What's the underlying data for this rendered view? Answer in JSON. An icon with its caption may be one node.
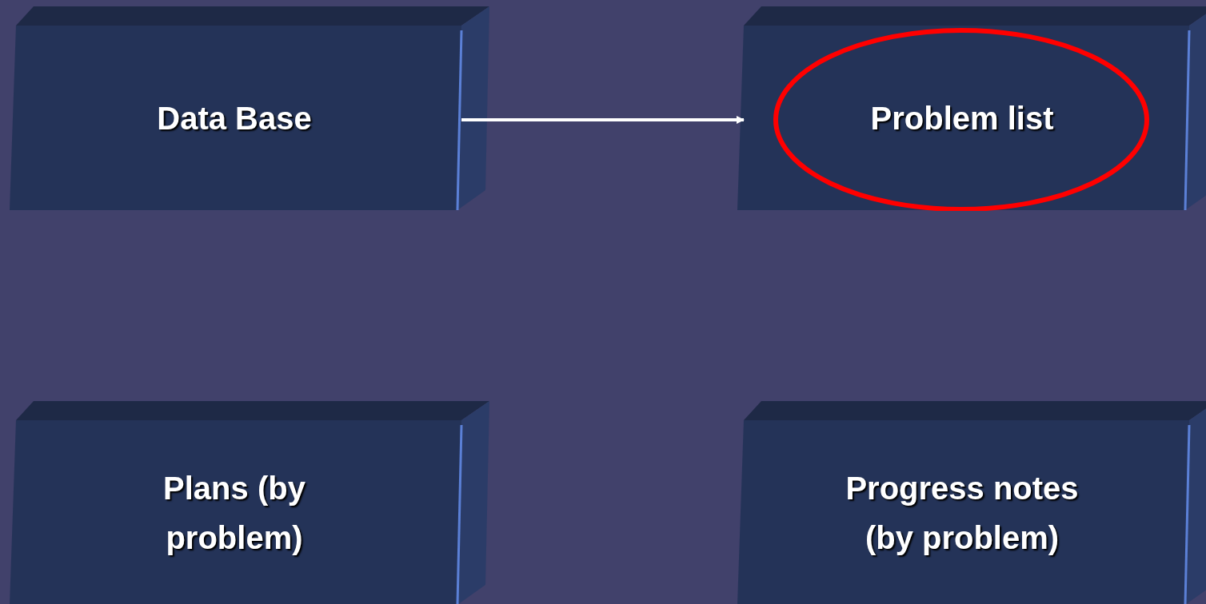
{
  "diagram": {
    "nodes": [
      {
        "text": [
          "Data Base"
        ]
      },
      {
        "text": [
          "Problem list"
        ]
      },
      {
        "text": [
          "Plans (by problem)"
        ]
      },
      {
        "text": [
          "Progress notes (by problem)"
        ]
      }
    ],
    "edges": [
      {
        "from": 0,
        "to": 1,
        "arrow": "to"
      }
    ]
  }
}
